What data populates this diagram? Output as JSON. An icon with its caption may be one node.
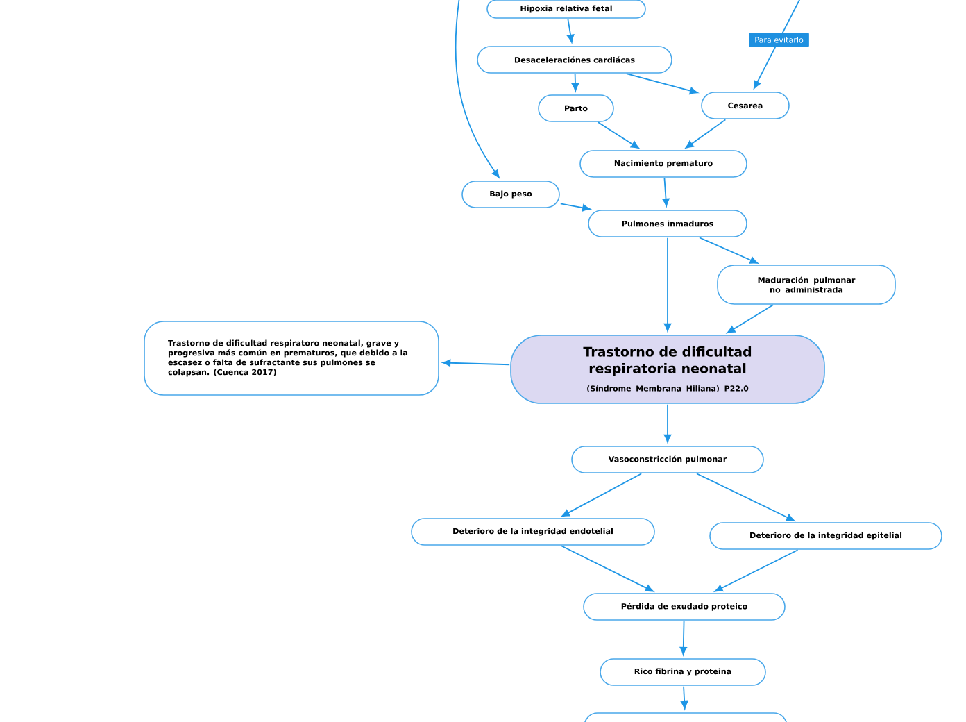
{
  "diagram": {
    "nodes": [
      {
        "text": [
          "Hipoxia relativa fetal"
        ]
      },
      {
        "text": [
          "Desaceleraciónes cardiácas"
        ]
      },
      {
        "text": [
          "Parto"
        ]
      },
      {
        "text": [
          "Cesarea"
        ]
      },
      {
        "text": [
          "Nacimiento prematuro"
        ]
      },
      {
        "text": [
          "Bajo peso"
        ]
      },
      {
        "text": [
          "Pulmones inmaduros"
        ]
      },
      {
        "text": [
          "Maduración pulmonar no administrada"
        ]
      },
      {
        "text": [
          "Trastorno de dificultad respiratoria neonatal",
          "(Síndrome Membrana Hiliana) P22.0"
        ]
      },
      {
        "text": [
          "Trastorno de dificultad respiratoro neonatal, grave y progresiva más común en prematuros, que debido a la escasez o falta de sufractante sus pulmones se colapsan. (Cuenca 2017)"
        ]
      },
      {
        "text": [
          "Vasoconstricción pulmonar"
        ]
      },
      {
        "text": [
          "Deterioro de la integridad endotelial"
        ]
      },
      {
        "text": [
          "Deterioro de la integridad epitelial"
        ]
      },
      {
        "text": [
          "Pérdida de exudado proteico"
        ]
      },
      {
        "text": [
          "Rico fibrina y proteina"
        ]
      },
      {
        "text": [],
        "shape": "box"
      }
    ],
    "edges": [
      {
        "from": 0,
        "to": 1,
        "arrow": "to"
      },
      {
        "from": 1,
        "to": 2,
        "arrow": "to"
      },
      {
        "from": 1,
        "to": 3,
        "arrow": "to"
      },
      {
        "from": null,
        "to": 3,
        "arrow": "to",
        "label": "Para evitarlo"
      },
      {
        "from": 2,
        "to": 4,
        "arrow": "to"
      },
      {
        "from": 3,
        "to": 4,
        "arrow": "to"
      },
      {
        "from": null,
        "to": 5,
        "arrow": "to"
      },
      {
        "from": 5,
        "to": 6,
        "arrow": "to"
      },
      {
        "from": 4,
        "to": 6,
        "arrow": "to"
      },
      {
        "from": 6,
        "to": 8,
        "arrow": "to"
      },
      {
        "from": 6,
        "to": 7,
        "arrow": "to"
      },
      {
        "from": 7,
        "to": 8,
        "arrow": "to"
      },
      {
        "from": 8,
        "to": 9,
        "arrow": "to"
      },
      {
        "from": 8,
        "to": 10,
        "arrow": "to"
      },
      {
        "from": 10,
        "to": 11,
        "arrow": "to"
      },
      {
        "from": 10,
        "to": 12,
        "arrow": "to"
      },
      {
        "from": 11,
        "to": 13,
        "arrow": "to"
      },
      {
        "from": 12,
        "to": 13,
        "arrow": "to"
      },
      {
        "from": 13,
        "to": 14,
        "arrow": "to"
      },
      {
        "from": 14,
        "to": 15,
        "arrow": "to"
      }
    ]
  }
}
